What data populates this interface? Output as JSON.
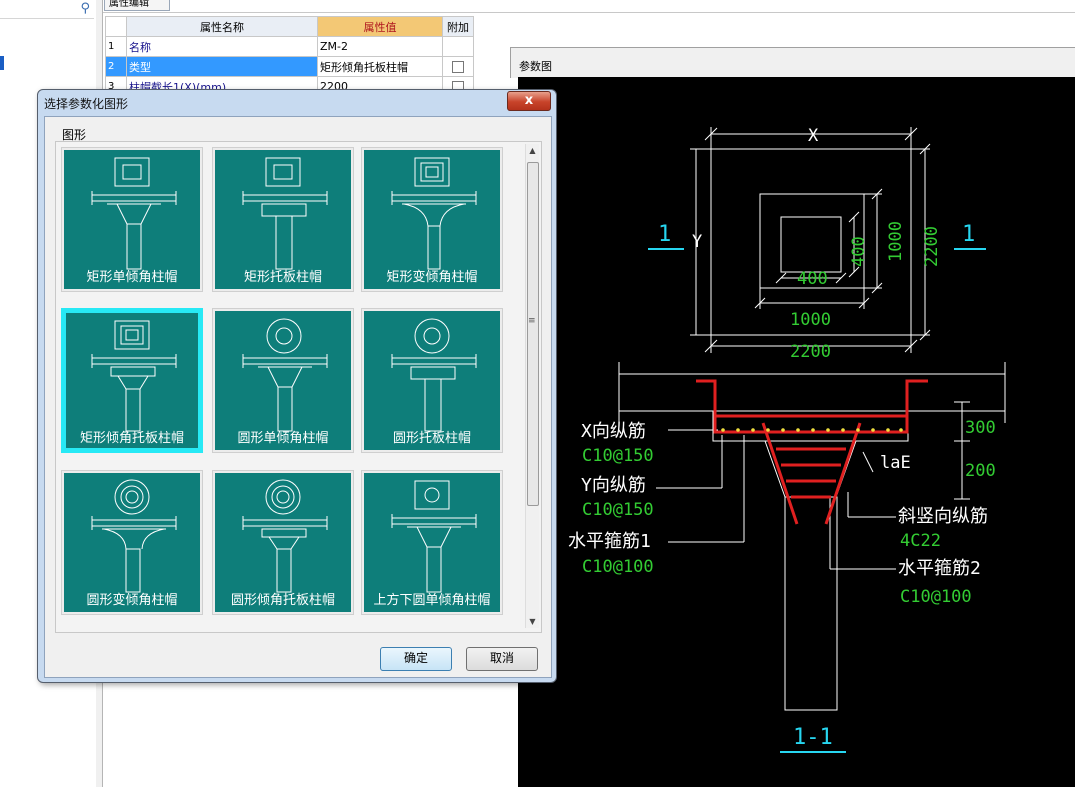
{
  "left": {
    "search_icon": "search-icon"
  },
  "property_panel": {
    "tab_label": "属性编辑",
    "headers": {
      "name": "属性名称",
      "value": "属性值",
      "extra": "附加"
    },
    "rows": [
      {
        "num": "1",
        "name": "名称",
        "value": "ZM-2",
        "has_checkbox": false
      },
      {
        "num": "2",
        "name": "类型",
        "value": "矩形倾角托板柱帽",
        "has_checkbox": true
      },
      {
        "num": "3",
        "name": "柱帽截长1(X)(mm)",
        "value": "2200",
        "has_checkbox": true
      }
    ]
  },
  "preview": {
    "title": "参数图",
    "labels": {
      "x_dim": "X",
      "y_dim": "Y",
      "section_mark": "1",
      "inner_400_h": "400",
      "inner_400_v": "400",
      "inner_1000_h": "1000",
      "inner_1000_v": "1000",
      "outer_2200_h": "2200",
      "outer_2200_v": "2200",
      "dim_300": "300",
      "dim_200": "200",
      "lae": "laE",
      "x_rebar": "X向纵筋",
      "x_rebar_spec": "C10@150",
      "y_rebar": "Y向纵筋",
      "y_rebar_spec": "C10@150",
      "stirrup1": "水平箍筋1",
      "stirrup1_spec": "C10@100",
      "slant_rebar": "斜竖向纵筋",
      "slant_rebar_spec": "4C22",
      "stirrup2": "水平箍筋2",
      "stirrup2_spec": "C10@100",
      "section_title": "1-1"
    }
  },
  "dialog": {
    "title": "选择参数化图形",
    "close_label": "x",
    "group_label": "图形",
    "scroll_up": "▲",
    "scroll_down": "▼",
    "scroll_grip": "≡",
    "cards": [
      {
        "label": "矩形单倾角柱帽",
        "selected": false
      },
      {
        "label": "矩形托板柱帽",
        "selected": false
      },
      {
        "label": "矩形变倾角柱帽",
        "selected": false
      },
      {
        "label": "矩形倾角托板柱帽",
        "selected": true
      },
      {
        "label": "圆形单倾角柱帽",
        "selected": false
      },
      {
        "label": "圆形托板柱帽",
        "selected": false
      },
      {
        "label": "圆形变倾角柱帽",
        "selected": false
      },
      {
        "label": "圆形倾角托板柱帽",
        "selected": false
      },
      {
        "label": "上方下圆单倾角柱帽",
        "selected": false
      }
    ],
    "ok_label": "确定",
    "cancel_label": "取消"
  },
  "colors": {
    "preview_bg": "#000000",
    "tile_bg": "#0e7e7a",
    "selected_border": "#27e9f5",
    "rebar_red": "#e02020",
    "dim_green": "#33cc33",
    "section_cyan": "#27d6f0"
  }
}
